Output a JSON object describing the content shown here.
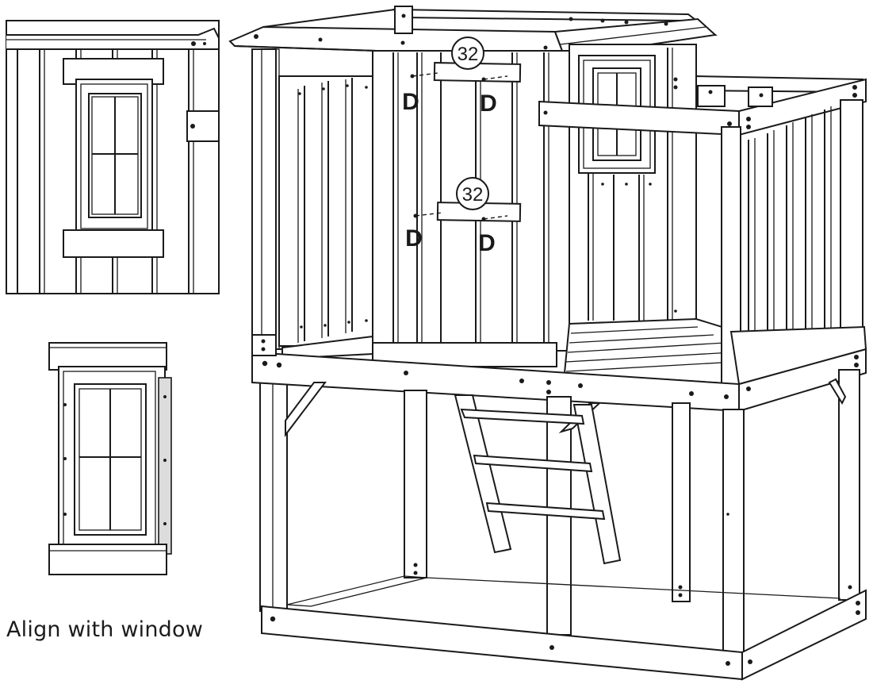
{
  "instruction": {
    "caption": "Align with window"
  },
  "callouts": [
    {
      "part_number": "32",
      "fastener_labels": [
        "D",
        "D"
      ]
    },
    {
      "part_number": "32",
      "fastener_labels": [
        "D",
        "D"
      ]
    }
  ],
  "colors": {
    "line": "#1a1a1a",
    "panel_fill": "#ffffff",
    "shade": "#dcdcdc"
  }
}
